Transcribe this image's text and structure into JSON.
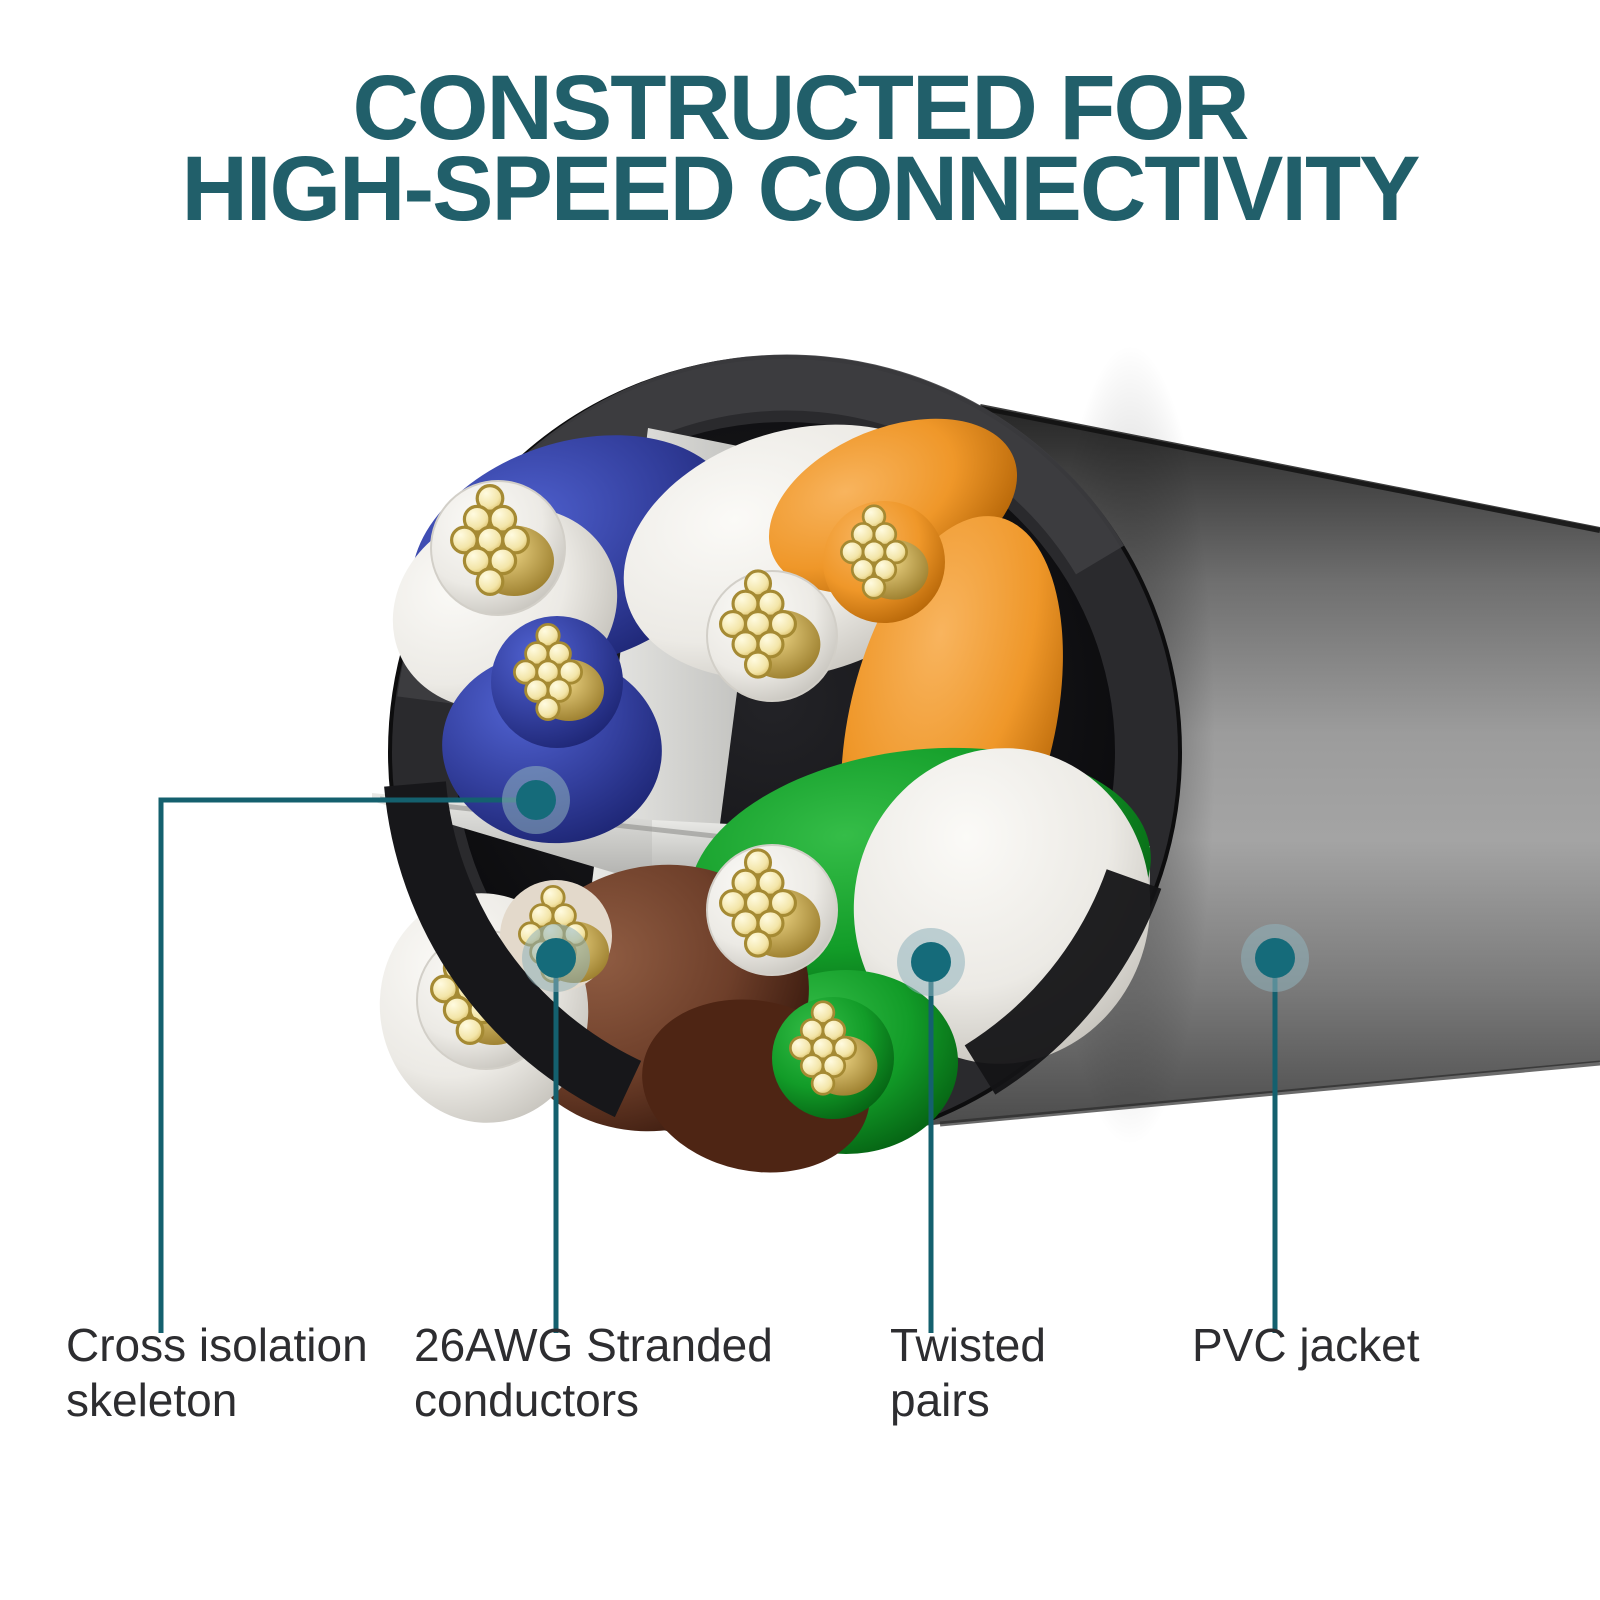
{
  "title": {
    "line1": "CONSTRUCTED FOR",
    "line2": "HIGH-SPEED CONNECTIVITY"
  },
  "callouts": [
    {
      "id": "cross-isolation-skeleton",
      "line1": "Cross isolation",
      "line2": "skeleton"
    },
    {
      "id": "stranded-conductors",
      "line1": "26AWG Stranded",
      "line2": "conductors"
    },
    {
      "id": "twisted-pairs",
      "line1": "Twisted",
      "line2": "pairs"
    },
    {
      "id": "pvc-jacket",
      "line1": "PVC jacket",
      "line2": ""
    }
  ],
  "diagram": {
    "subject": "Ethernet cable cross-section",
    "parts": [
      "Cross isolation skeleton",
      "26AWG Stranded conductors",
      "Twisted pairs",
      "PVC jacket"
    ],
    "pair_colors": [
      "blue",
      "orange",
      "green",
      "brown"
    ]
  },
  "colors": {
    "title_teal": "#215f6a",
    "leader_line": "#14606e",
    "callout_dot": "#156b7a",
    "label_text": "#2d2d30",
    "jacket_black": "#1a1a1c",
    "cylinder_gray": "#9c9c9c",
    "skeleton_gray": "#d8d8d5",
    "pair_blue": "#34409f",
    "pair_orange": "#ef9729",
    "pair_green": "#129c28",
    "pair_brown": "#6e3f2a",
    "conductor_gold": "#f3e5a8"
  }
}
